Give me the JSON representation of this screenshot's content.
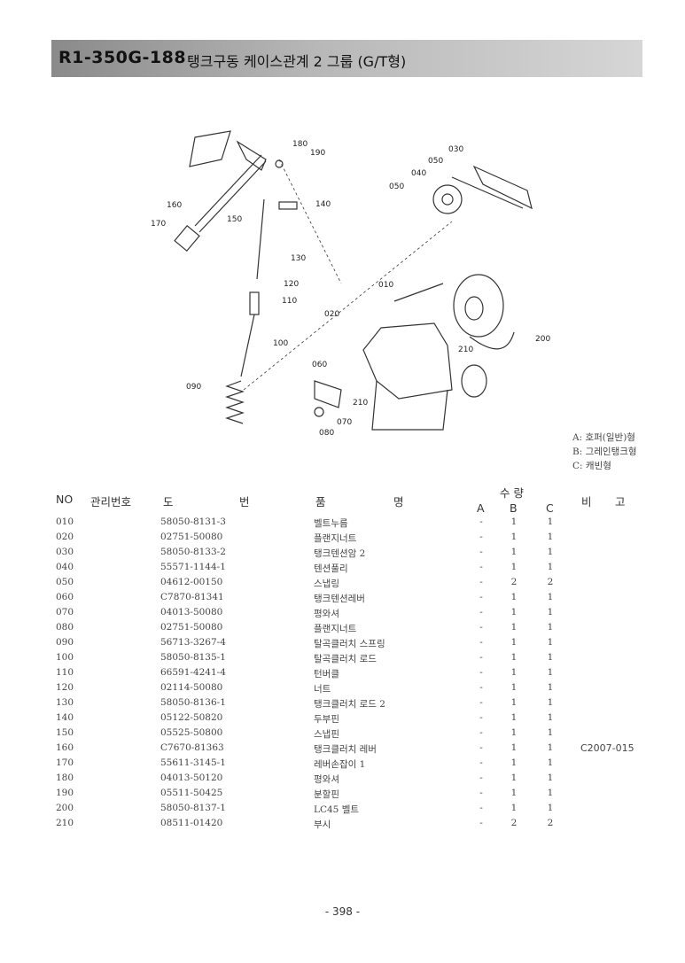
{
  "header": {
    "model_code": "R1-350G-188",
    "section_title": "탱크구동 케이스관계 2 그룹 (G/T형)"
  },
  "diagram": {
    "callouts": [
      "180",
      "190",
      "160",
      "150",
      "140",
      "170",
      "130",
      "120",
      "110",
      "100",
      "090",
      "060",
      "070",
      "080",
      "030",
      "050",
      "040",
      "050",
      "010",
      "020",
      "200",
      "210",
      "210"
    ]
  },
  "legend": [
    "A: 호퍼(일반)형",
    "B: 그레인탱크형",
    "C: 캐빈형"
  ],
  "table": {
    "headers": {
      "no": "NO",
      "mgmt_no": "관리번호",
      "drawing_no_1": "도",
      "drawing_no_2": "번",
      "part_name_1": "품",
      "part_name_2": "명",
      "qty": "수 량",
      "qty_a": "A",
      "qty_b": "B",
      "qty_c": "C",
      "remark_1": "비",
      "remark_2": "고"
    },
    "rows": [
      {
        "no": "010",
        "part": "58050-8131-3",
        "name": "벨트누름",
        "a": "-",
        "b": "1",
        "c": "1",
        "remark": ""
      },
      {
        "no": "020",
        "part": "02751-50080",
        "name": "플랜지너트",
        "a": "-",
        "b": "1",
        "c": "1",
        "remark": ""
      },
      {
        "no": "030",
        "part": "58050-8133-2",
        "name": "탱크텐션암 2",
        "a": "-",
        "b": "1",
        "c": "1",
        "remark": ""
      },
      {
        "no": "040",
        "part": "55571-1144-1",
        "name": "텐션풀리",
        "a": "-",
        "b": "1",
        "c": "1",
        "remark": ""
      },
      {
        "no": "050",
        "part": "04612-00150",
        "name": "스냅링",
        "a": "-",
        "b": "2",
        "c": "2",
        "remark": ""
      },
      {
        "no": "060",
        "part": "C7870-81341",
        "name": "탱크텐션레버",
        "a": "-",
        "b": "1",
        "c": "1",
        "remark": ""
      },
      {
        "no": "070",
        "part": "04013-50080",
        "name": "평와셔",
        "a": "-",
        "b": "1",
        "c": "1",
        "remark": ""
      },
      {
        "no": "080",
        "part": "02751-50080",
        "name": "플랜지너트",
        "a": "-",
        "b": "1",
        "c": "1",
        "remark": ""
      },
      {
        "no": "090",
        "part": "56713-3267-4",
        "name": "탈곡클러치 스프링",
        "a": "-",
        "b": "1",
        "c": "1",
        "remark": ""
      },
      {
        "no": "100",
        "part": "58050-8135-1",
        "name": "탈곡클러치 로드",
        "a": "-",
        "b": "1",
        "c": "1",
        "remark": ""
      },
      {
        "no": "110",
        "part": "66591-4241-4",
        "name": "턴버클",
        "a": "-",
        "b": "1",
        "c": "1",
        "remark": ""
      },
      {
        "no": "120",
        "part": "02114-50080",
        "name": "너트",
        "a": "-",
        "b": "1",
        "c": "1",
        "remark": ""
      },
      {
        "no": "130",
        "part": "58050-8136-1",
        "name": "탱크클러치 로드 2",
        "a": "-",
        "b": "1",
        "c": "1",
        "remark": ""
      },
      {
        "no": "140",
        "part": "05122-50820",
        "name": "두부핀",
        "a": "-",
        "b": "1",
        "c": "1",
        "remark": ""
      },
      {
        "no": "150",
        "part": "05525-50800",
        "name": "스냅핀",
        "a": "-",
        "b": "1",
        "c": "1",
        "remark": ""
      },
      {
        "no": "160",
        "part": "C7670-81363",
        "name": "탱크클러치 레버",
        "a": "-",
        "b": "1",
        "c": "1",
        "remark": "C2007-015"
      },
      {
        "no": "170",
        "part": "55611-3145-1",
        "name": "레버손잡이 1",
        "a": "-",
        "b": "1",
        "c": "1",
        "remark": ""
      },
      {
        "no": "180",
        "part": "04013-50120",
        "name": "평와셔",
        "a": "-",
        "b": "1",
        "c": "1",
        "remark": ""
      },
      {
        "no": "190",
        "part": "05511-50425",
        "name": "분할핀",
        "a": "-",
        "b": "1",
        "c": "1",
        "remark": ""
      },
      {
        "no": "200",
        "part": "58050-8137-1",
        "name": "LC45 벨트",
        "a": "-",
        "b": "1",
        "c": "1",
        "remark": ""
      },
      {
        "no": "210",
        "part": "08511-01420",
        "name": "부시",
        "a": "-",
        "b": "2",
        "c": "2",
        "remark": ""
      }
    ]
  },
  "footer": {
    "page_number": "- 398 -"
  }
}
